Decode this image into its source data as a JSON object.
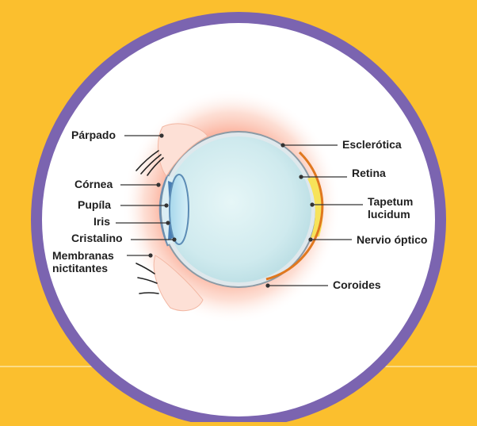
{
  "colors": {
    "background": "#fbbf2e",
    "ring": "#7b64b0",
    "disc": "#ffffff",
    "glow": "#f98a6c",
    "eyeball": "#cfecef",
    "sclera_line": "#8a9aa5",
    "retina": "#e0781f",
    "tapetum": "#f7e35a",
    "iris": "#4a7fb5",
    "lens": "#b7e0ef",
    "lid": "#fde0d6",
    "leader": "#333333"
  },
  "labels": {
    "parpado": "Párpado",
    "cornea": "Córnea",
    "pupila": "Pupíla",
    "iris": "Iris",
    "cristalino": "Cristalino",
    "membranas": "Membranas\nnictitantes",
    "esclerotica": "Esclerótica",
    "retina": "Retina",
    "tapetum": "Tapetum\nlucidum",
    "nervio": "Nervio óptico",
    "coroides": "Coroides"
  }
}
